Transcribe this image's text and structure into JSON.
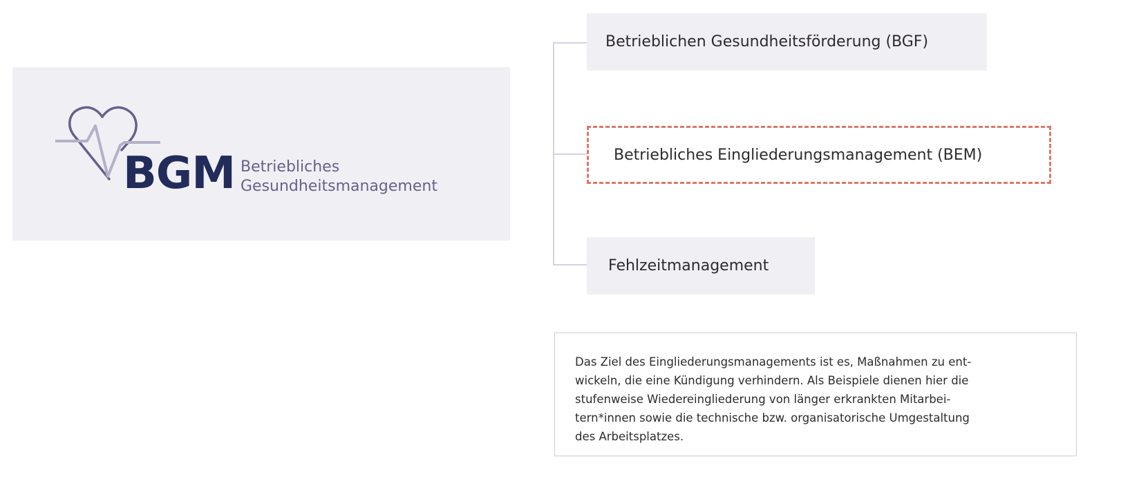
{
  "logo": {
    "abbr": "BGM",
    "subtitle_line1": "Betriebliches",
    "subtitle_line2": "Gesundheitsmanagement"
  },
  "branches": [
    {
      "label": "Betrieblichen Gesundheitsförderung (BGF)"
    },
    {
      "label": "Betriebliches Eingliederungsmanagement (BEM)"
    },
    {
      "label": "Fehlzeitmanagement"
    }
  ],
  "description": {
    "lines": [
      "Das Ziel des Eingliederungsmanagements ist es, Maßnahmen zu ent-",
      "wickeln, die eine Kündigung verhindern. Als Beispiele dienen hier die",
      "stufenweise Wiedereingliederung von länger erkrankten Mitarbei-",
      "tern*innen sowie die technische bzw. organisatorische Umgestaltung",
      "des Arbeitsplatzes."
    ]
  },
  "colors": {
    "accent": "#d9796a",
    "brand": "#222c5a",
    "panel": "#f0eff4"
  }
}
